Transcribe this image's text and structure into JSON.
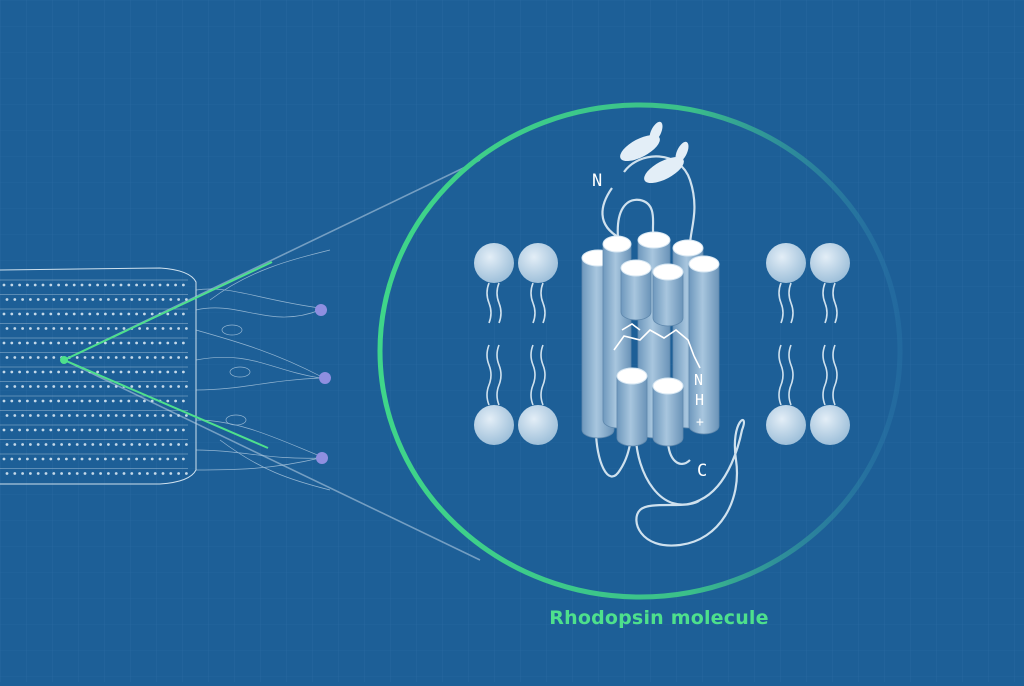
{
  "caption": "Rhodopsin molecule",
  "labels": {
    "n_terminal": "N",
    "c_terminal": "C",
    "n": "N",
    "h": "H",
    "plus": "+"
  },
  "colors": {
    "background": "#1d5f97",
    "accent_green": "#4ee08c",
    "helix": "#8fb4d2",
    "lipid_head": "#c6dcec",
    "line_light": "#cfe1ee",
    "dot": "#8f8fe0"
  }
}
